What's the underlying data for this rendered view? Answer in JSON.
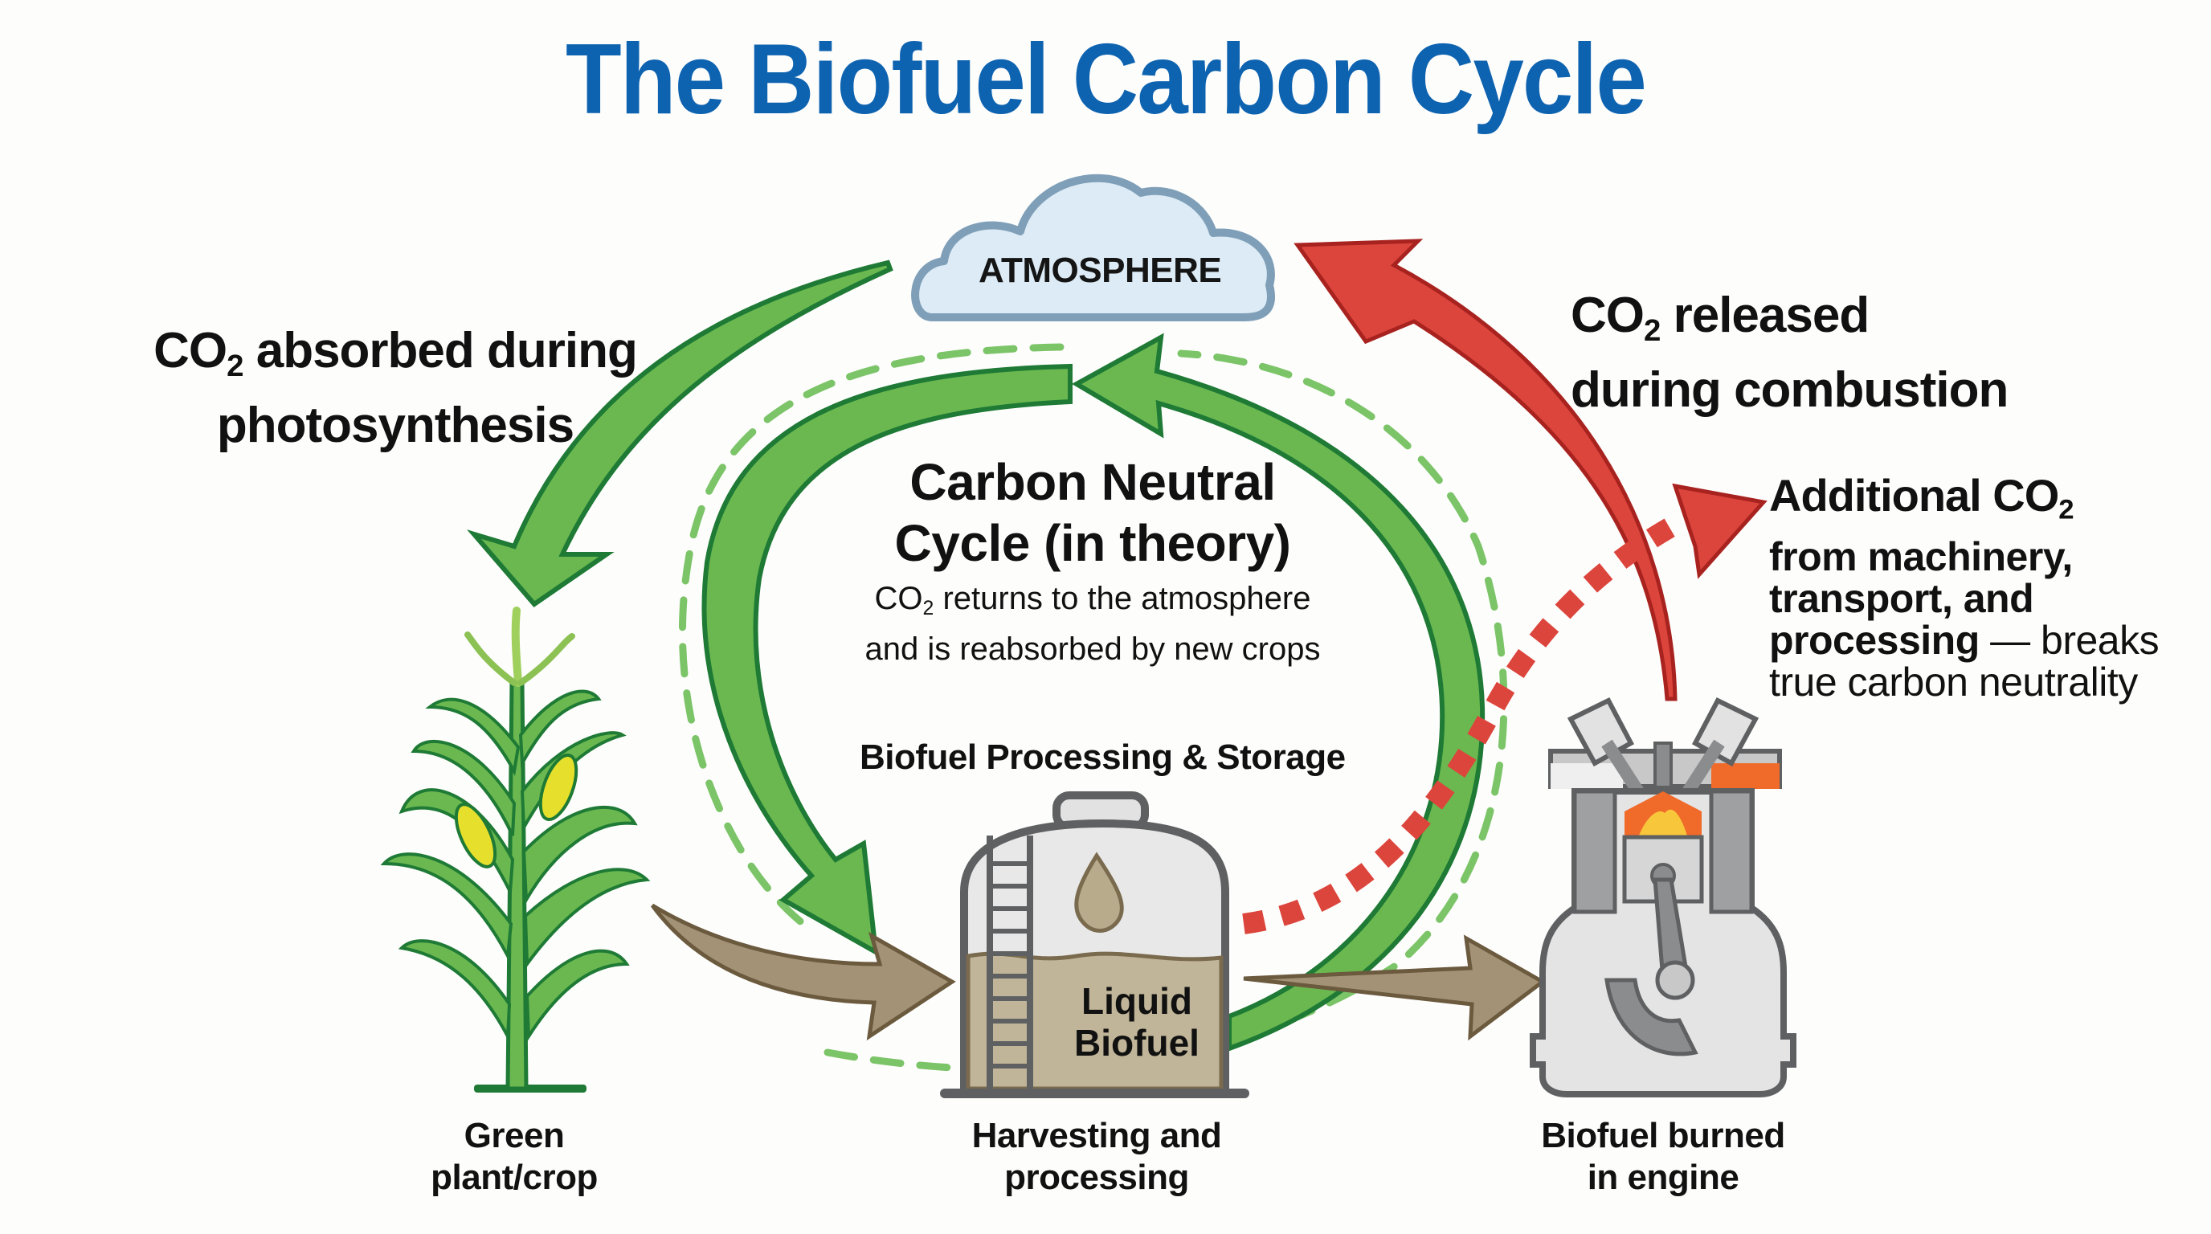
{
  "title": "The Biofuel Carbon Cycle",
  "colors": {
    "title_blue": "#0e63b0",
    "cycle_green": "#6ab84f",
    "cycle_green_outline": "#1e7a35",
    "dashed_green": "#7cc468",
    "combustion_red": "#dc453c",
    "combustion_red_outline": "#a8231f",
    "process_brown": "#a39276",
    "process_brown_outline": "#6b5a3e",
    "cloud_fill": "#dcebf5",
    "cloud_outline": "#7f9fb8",
    "machine_gray": "#5f6062",
    "fuel_tan": "#c0b599",
    "flame_orange": "#f06a2a"
  },
  "atmosphere": {
    "label": "ATMOSPHERE",
    "icon": "cloud-icon"
  },
  "annotations": {
    "absorbed": {
      "prefix": "CO",
      "sub": "2",
      "line1_rest": " absorbed during",
      "line2": "photosynthesis"
    },
    "released": {
      "prefix": "CO",
      "sub": "2",
      "line1_rest": " released",
      "line2": "during combustion"
    },
    "additional": {
      "heading_prefix": "Additional CO",
      "heading_sub": "2",
      "lines": [
        "from machinery,",
        "transport, and"
      ],
      "line3_bold": "processing",
      "line3_rest": " — breaks",
      "line4": "true carbon neutrality"
    }
  },
  "neutral_cycle": {
    "title_line1": "Carbon Neutral",
    "title_line2": "Cycle (in theory)",
    "desc_prefix": "CO",
    "desc_sub": "2",
    "desc_line1_rest": " returns to the atmosphere",
    "desc_line2": "and is reabsorbed by new crops"
  },
  "storage": {
    "heading": "Biofuel Processing & Storage",
    "tank_line1": "Liquid",
    "tank_line2": "Biofuel",
    "icons": [
      "storage-tank-icon",
      "fuel-drop-icon",
      "ladder-icon"
    ]
  },
  "stages": [
    {
      "id": "plant",
      "line1": "Green",
      "line2": "plant/crop",
      "icon": "corn-plant-icon"
    },
    {
      "id": "harvest",
      "line1": "Harvesting and",
      "line2": "processing",
      "icon": "storage-tank-icon"
    },
    {
      "id": "engine",
      "line1": "Biofuel burned",
      "line2": "in engine",
      "icon": "engine-piston-icon"
    }
  ],
  "arrows": [
    {
      "from": "atmosphere",
      "to": "plant",
      "style": "solid-green",
      "meaning": "CO2 absorbed during photosynthesis"
    },
    {
      "from": "atmosphere",
      "to": "storage",
      "style": "solid-green-loop",
      "meaning": "carbon neutral cycle"
    },
    {
      "from": "storage",
      "to": "atmosphere",
      "style": "solid-green-loop",
      "meaning": "carbon neutral cycle"
    },
    {
      "from": "plant",
      "to": "storage",
      "style": "brown",
      "meaning": "harvesting"
    },
    {
      "from": "storage",
      "to": "engine",
      "style": "brown",
      "meaning": "fuel delivery"
    },
    {
      "from": "engine",
      "to": "atmosphere",
      "style": "solid-red",
      "meaning": "CO2 released during combustion"
    },
    {
      "from": "storage",
      "to": "additional-co2",
      "style": "dotted-red",
      "meaning": "additional CO2"
    }
  ]
}
